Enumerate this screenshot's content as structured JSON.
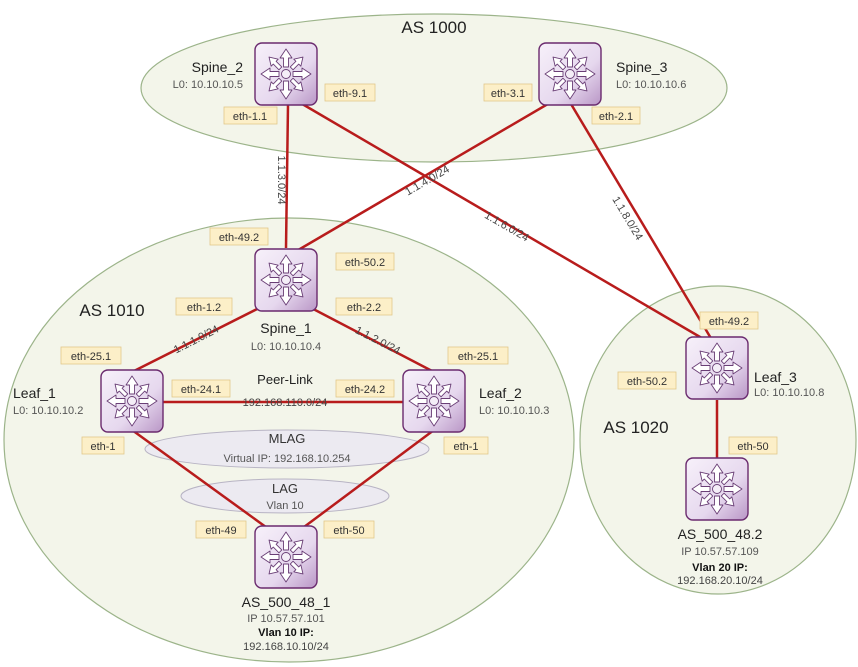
{
  "zones": [
    {
      "id": "as1000",
      "label": "AS 1000"
    },
    {
      "id": "as1010",
      "label": "AS 1010"
    },
    {
      "id": "as1020",
      "label": "AS 1020"
    }
  ],
  "devices": {
    "spine2": {
      "name": "Spine_2",
      "ip": "L0: 10.10.10.5"
    },
    "spine3": {
      "name": "Spine_3",
      "ip": "L0: 10.10.10.6"
    },
    "spine1": {
      "name": "Spine_1",
      "ip": "L0: 10.10.10.4"
    },
    "leaf1": {
      "name": "Leaf_1",
      "ip": "L0: 10.10.10.2"
    },
    "leaf2": {
      "name": "Leaf_2",
      "ip": "L0: 10.10.10.3"
    },
    "leaf3": {
      "name": "Leaf_3",
      "ip": "L0: 10.10.10.8"
    },
    "as500_1": {
      "name": "AS_500_48_1",
      "ip": "IP 10.57.57.101",
      "vlan_title": "Vlan 10 IP:",
      "vlan_ip": "192.168.10.10/24"
    },
    "as500_2": {
      "name": "AS_500_48.2",
      "ip": "IP 10.57.57.109",
      "vlan_title": "Vlan 20 IP:",
      "vlan_ip": "192.168.20.10/24"
    }
  },
  "ports": [
    {
      "id": "spine2-eth-1.1",
      "label": "eth-1.1"
    },
    {
      "id": "spine2-eth-9.1",
      "label": "eth-9.1"
    },
    {
      "id": "spine3-eth-3.1",
      "label": "eth-3.1"
    },
    {
      "id": "spine3-eth-2.1",
      "label": "eth-2.1"
    },
    {
      "id": "spine1-eth-49.2",
      "label": "eth-49.2"
    },
    {
      "id": "spine1-eth-50.2",
      "label": "eth-50.2"
    },
    {
      "id": "spine1-eth-1.2",
      "label": "eth-1.2"
    },
    {
      "id": "spine1-eth-2.2",
      "label": "eth-2.2"
    },
    {
      "id": "leaf1-eth-25.1",
      "label": "eth-25.1"
    },
    {
      "id": "leaf1-eth-24.1",
      "label": "eth-24.1"
    },
    {
      "id": "leaf1-eth-1",
      "label": "eth-1"
    },
    {
      "id": "leaf2-eth-25.1",
      "label": "eth-25.1"
    },
    {
      "id": "leaf2-eth-24.2",
      "label": "eth-24.2"
    },
    {
      "id": "leaf2-eth-1",
      "label": "eth-1"
    },
    {
      "id": "leaf3-eth-49.2",
      "label": "eth-49.2"
    },
    {
      "id": "leaf3-eth-50.2",
      "label": "eth-50.2"
    },
    {
      "id": "as500_2-eth-50",
      "label": "eth-50"
    },
    {
      "id": "as500_1-eth-49",
      "label": "eth-49"
    },
    {
      "id": "as500_1-eth-50",
      "label": "eth-50"
    }
  ],
  "links": [
    {
      "id": "spine2-spine1",
      "subnet": "1.1.3.0/24"
    },
    {
      "id": "spine3-spine1",
      "subnet": "1.1.4.0/24"
    },
    {
      "id": "spine2-leaf3",
      "subnet": "1.1.6.0/24"
    },
    {
      "id": "spine3-leaf3",
      "subnet": "1.1.8.0/24"
    },
    {
      "id": "spine1-leaf1",
      "subnet": "1.1.1.0/24"
    },
    {
      "id": "spine1-leaf2",
      "subnet": "1.1.2.0/24"
    },
    {
      "id": "leaf1-leaf2",
      "subnet": ""
    },
    {
      "id": "leaf3-as500_2",
      "subnet": ""
    },
    {
      "id": "leaf1-as500_1",
      "subnet": ""
    },
    {
      "id": "leaf2-as500_1",
      "subnet": ""
    }
  ],
  "peer_link": {
    "title": "Peer-Link",
    "subnet": "192.168.110.0/24"
  },
  "mlag": {
    "title": "MLAG",
    "sub": "Virtual IP: 192.168.10.254"
  },
  "lag": {
    "title": "LAG",
    "sub": "Vlan 10"
  },
  "colors": {
    "zone_fill": "#f3f5ea",
    "zone_stroke": "#9cb48a",
    "link": "#b81c1c",
    "port_fill": "#fcefc8",
    "port_stroke": "#e2c88a",
    "device_fill": "#efe6f3",
    "device_stroke": "#6a2a6e",
    "pill_fill": "#eceaf1",
    "pill_stroke": "#b8b4c4"
  }
}
